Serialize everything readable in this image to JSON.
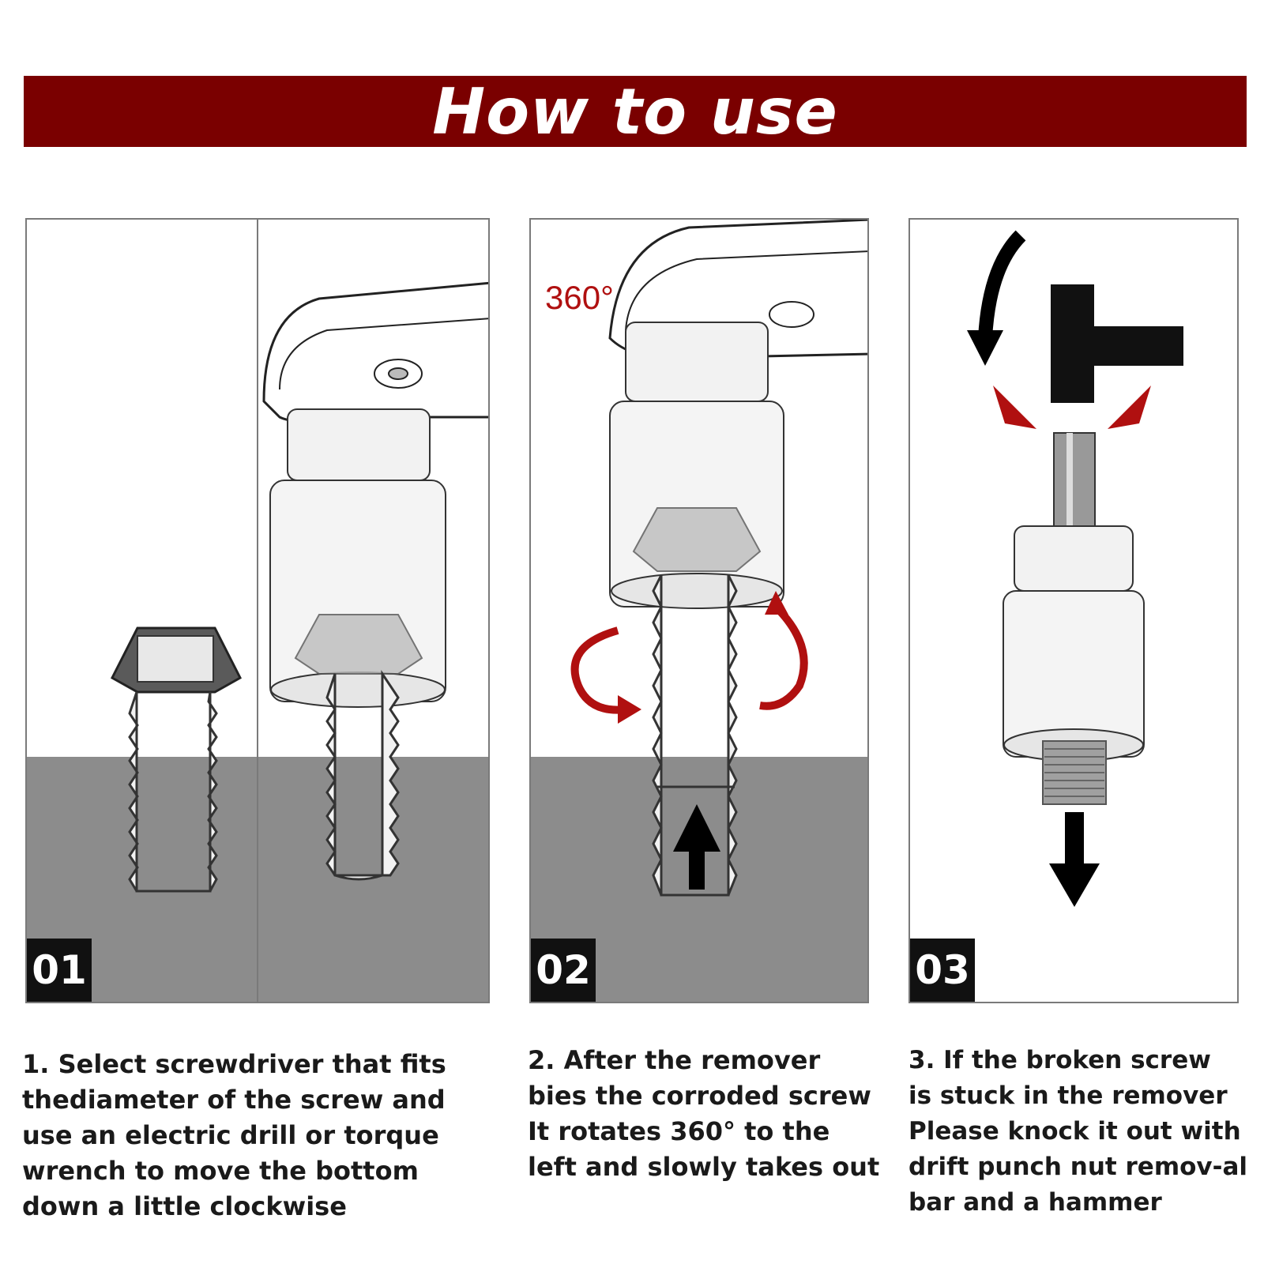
{
  "header": {
    "title": "How to use"
  },
  "steps": [
    {
      "number": "01",
      "lines": [
        "1. Select screwdriver that fits",
        "thediameter of the screw and",
        "use an electric drill or torque",
        "wrench to move the bottom",
        "down a little clockwise"
      ]
    },
    {
      "number": "02",
      "lines": [
        "2. After the remover",
        "bies the corroded screw",
        "It rotates 360° to the",
        "left and slowly takes out"
      ],
      "rotation_label": "360°"
    },
    {
      "number": "03",
      "lines": [
        "3. If the broken screw",
        "is stuck in the remover",
        "Please knock it out  with",
        "drift punch nut remov-al",
        "bar and a hammer"
      ]
    }
  ],
  "colors": {
    "banner": "#7a0000",
    "ground": "#8c8c8c",
    "arrow_red": "#b01010",
    "badge": "#111111"
  }
}
